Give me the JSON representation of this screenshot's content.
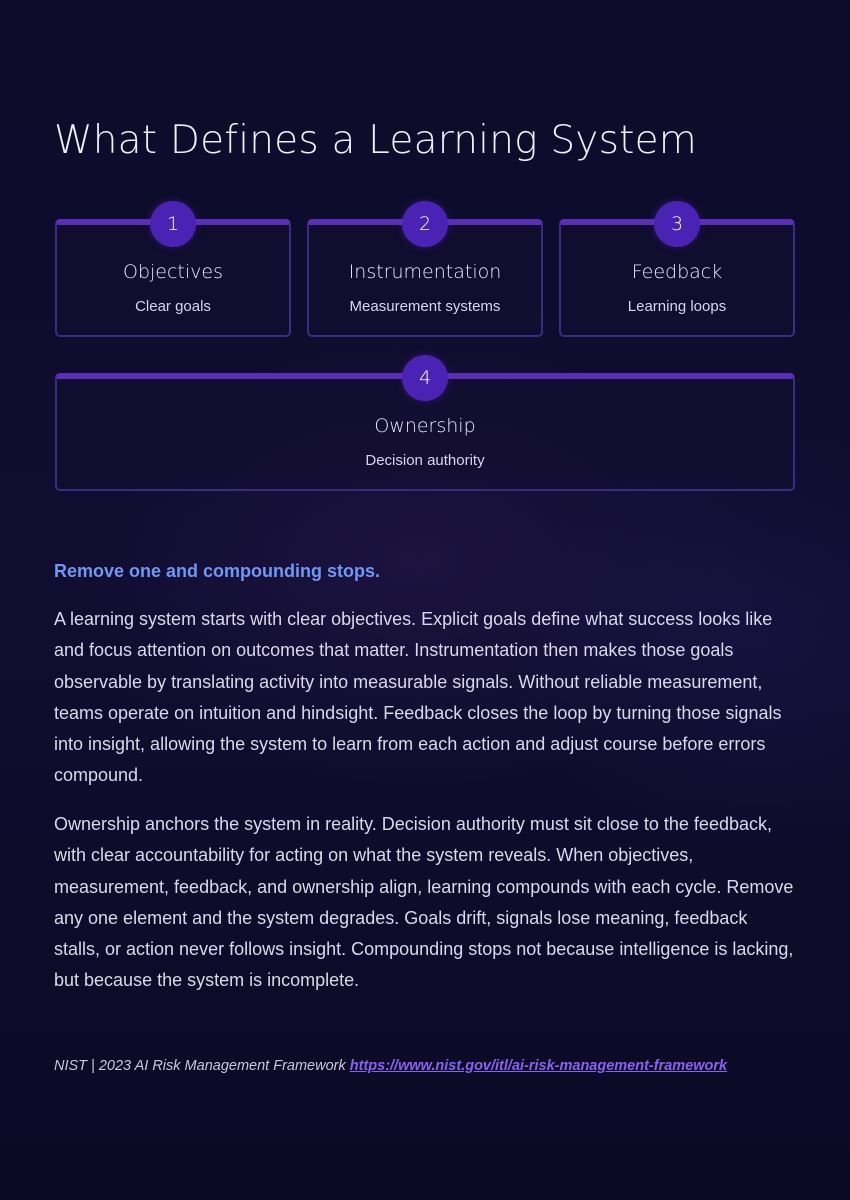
{
  "page": {
    "title": "What Defines a Learning System"
  },
  "cards": [
    {
      "number": "1",
      "title": "Objectives",
      "subtitle": "Clear goals"
    },
    {
      "number": "2",
      "title": "Instrumentation",
      "subtitle": "Measurement systems"
    },
    {
      "number": "3",
      "title": "Feedback",
      "subtitle": "Learning loops"
    },
    {
      "number": "4",
      "title": "Ownership",
      "subtitle": "Decision authority"
    }
  ],
  "body": {
    "subheading": "Remove one and compounding stops.",
    "paragraphs": [
      "A learning system starts with clear objectives. Explicit goals define what success looks like and focus attention on outcomes that matter. Instrumentation then makes those goals observable by translating activity into measurable signals. Without reliable measurement, teams operate on intuition and hindsight. Feedback closes the loop by turning those signals into insight, allowing the system to learn from each action and adjust course before errors compound.",
      "Ownership anchors the system in reality. Decision authority must sit close to the feedback, with clear accountability for acting on what the system reveals. When objectives, measurement, feedback, and ownership align, learning compounds with each cycle. Remove any one element and the system degrades. Goals drift, signals lose meaning, feedback stalls, or action never follows insight. Compounding stops not because intelligence is lacking, but because the system is incomplete."
    ]
  },
  "citation": {
    "text": "NIST | 2023 AI Risk Management Framework",
    "link": "https://www.nist.gov/itl/ai-risk-management-framework"
  },
  "colors": {
    "background": "#0c0a26",
    "accent": "#4b23b4",
    "card_border": "#3b2a86",
    "subheading": "#6f98f5",
    "link": "#8a62f0"
  }
}
